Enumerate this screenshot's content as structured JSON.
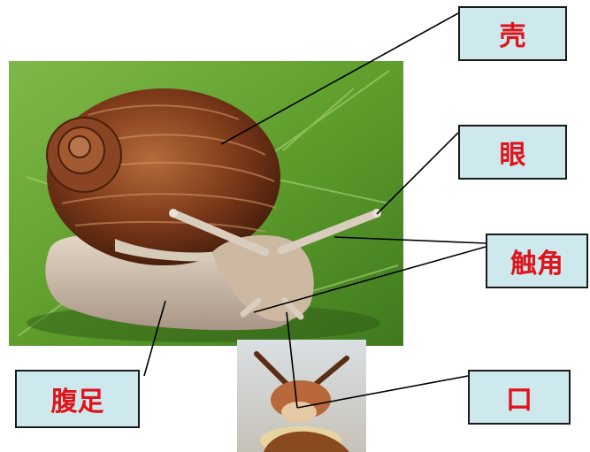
{
  "labels": {
    "shell": "壳",
    "eye": "眼",
    "tentacle": "触角",
    "foot": "腹足",
    "mouth": "口"
  },
  "colors": {
    "label_text": "#e0141b",
    "label_fill": "#cde9ee",
    "leaf_green": "#6fa83a",
    "shell_brown": "#7a3a1a",
    "body_tan": "#c9b8a6"
  }
}
